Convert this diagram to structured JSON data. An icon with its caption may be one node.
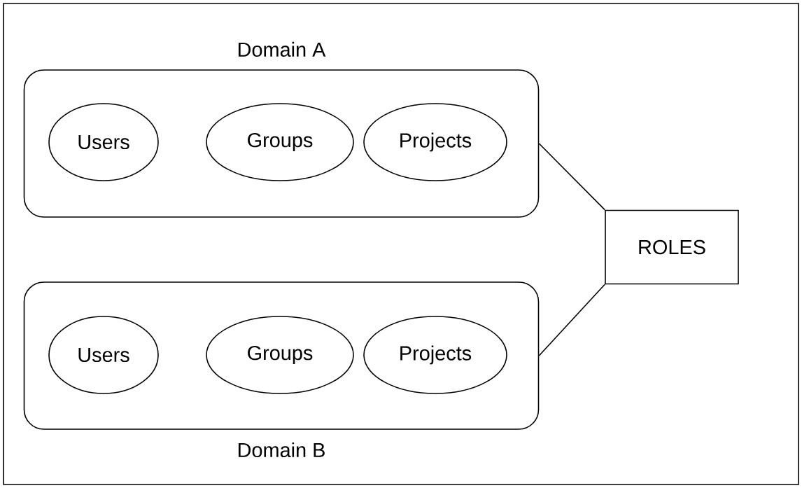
{
  "diagram": {
    "nodes": [
      {
        "text": [
          "Domain A"
        ]
      },
      {
        "text": [
          "Users"
        ],
        "in": 0
      },
      {
        "text": [
          "Groups"
        ],
        "in": 0
      },
      {
        "text": [
          "Projects"
        ],
        "in": 0
      },
      {
        "text": [
          "Domain B"
        ]
      },
      {
        "text": [
          "Users"
        ],
        "in": 4
      },
      {
        "text": [
          "Groups"
        ],
        "in": 4
      },
      {
        "text": [
          "Projects"
        ],
        "in": 4
      },
      {
        "text": [
          "ROLES"
        ]
      }
    ],
    "edges": [
      {
        "from": 0,
        "to": 8,
        "arrow": "none"
      },
      {
        "from": 4,
        "to": 8,
        "arrow": "none"
      }
    ]
  }
}
